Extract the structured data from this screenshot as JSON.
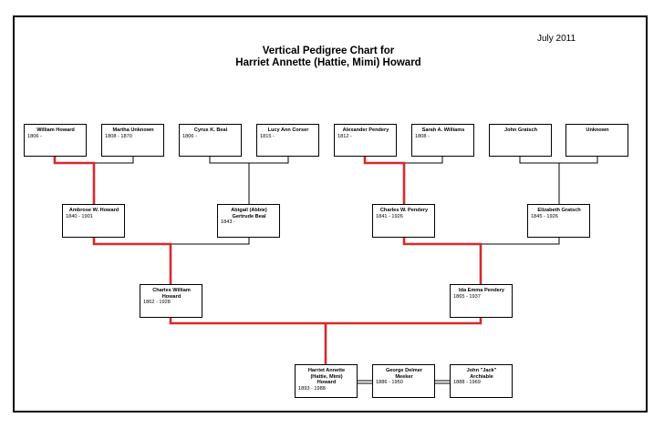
{
  "header": {
    "date": "July 2011",
    "title_line1": "Vertical Pedigree Chart for",
    "title_line2": "Harriet Annette (Hattie, Mimi) Howard"
  },
  "colors": {
    "direct_line": "#d42a2f",
    "connector": "#000000",
    "box_border": "#000000"
  },
  "generation4": [
    {
      "name": "William Howard",
      "dates": "1806 -"
    },
    {
      "name": "Martha Unknown",
      "dates": "1808 - 1870"
    },
    {
      "name": "Cyrus K. Beal",
      "dates": "1806 -"
    },
    {
      "name": "Lucy Ann Corser",
      "dates": "1815 -"
    },
    {
      "name": "Alexander Pendery",
      "dates": "1812 -"
    },
    {
      "name": "Sarah A. Williams",
      "dates": "1808 -"
    },
    {
      "name": "John Gratsch",
      "dates": ""
    },
    {
      "name": "Unknown",
      "dates": ""
    }
  ],
  "generation3": [
    {
      "name": "Ambrose W. Howard",
      "dates": "1840 - 1901"
    },
    {
      "name": "Abigail (Abbie)\nGertrude Beal",
      "dates": "1843 -"
    },
    {
      "name": "Charles W. Pendery",
      "dates": "1841 - 1926"
    },
    {
      "name": "Elizabeth Gratsch",
      "dates": "1845 - 1926"
    }
  ],
  "generation2": [
    {
      "name": "Charles William\nHoward",
      "dates": "1862 - 1928"
    },
    {
      "name": "Ida Emma Pendery",
      "dates": "1865 - 1937"
    }
  ],
  "generation1": [
    {
      "name": "Harriet Annette\n(Hattie, Mimi)\nHoward",
      "dates": "1893 - 1988"
    },
    {
      "name": "George Delmer\nMeeker",
      "dates": "1886 - 1950"
    },
    {
      "name": "John \"Jack\"\nArchiable",
      "dates": "1888 - 1969"
    }
  ]
}
